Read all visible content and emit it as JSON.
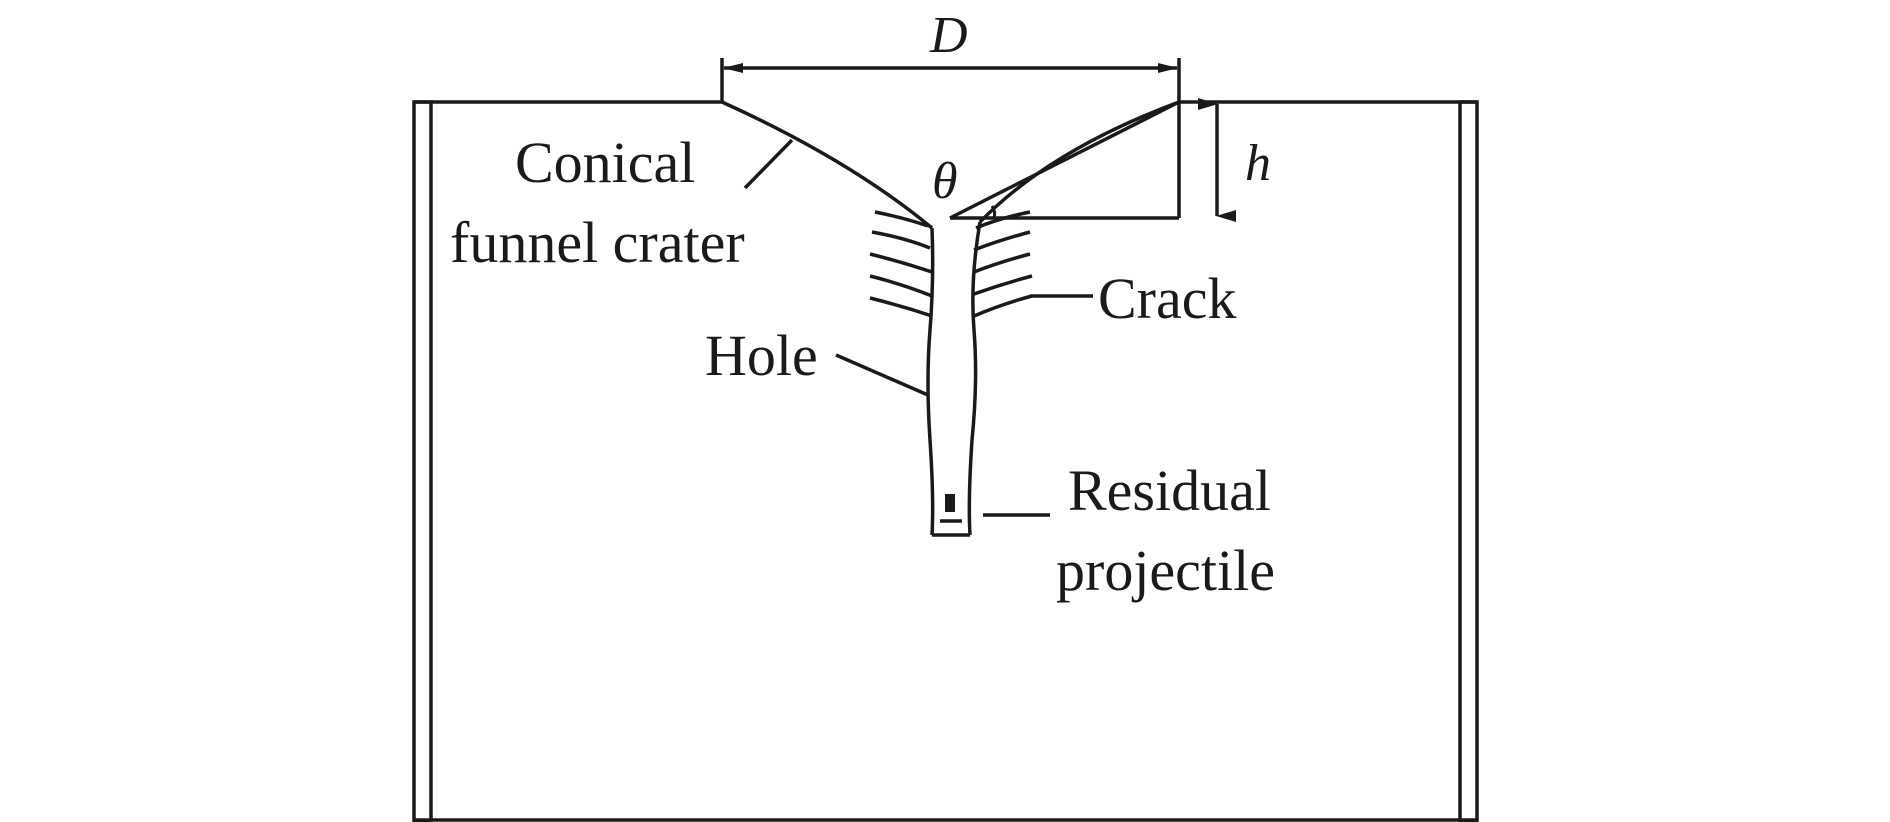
{
  "figure": {
    "labels": {
      "diameter": "D",
      "depth": "h",
      "angle": "θ",
      "crater_line1": "Conical",
      "crater_line2": "funnel crater",
      "crack": "Crack",
      "hole": "Hole",
      "projectile_line1": "Residual",
      "projectile_line2": "projectile"
    },
    "colors": {
      "stroke": "#1a1a1a",
      "background": "#ffffff"
    }
  }
}
